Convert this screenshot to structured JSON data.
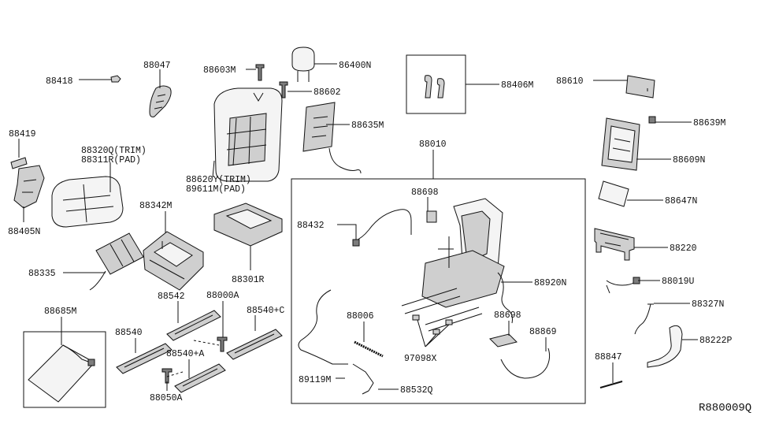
{
  "diagram": {
    "reference_code": "R880009Q",
    "labels": {
      "p88418": "88418",
      "p88047": "88047",
      "p88603m": "88603M",
      "p86400n": "86400N",
      "p88602": "88602",
      "p88406m": "88406M",
      "p88610": "88610",
      "p88419": "88419",
      "p88320q": "88320Q(TRIM)",
      "p88311r": "88311R(PAD)",
      "p88635m": "88635M",
      "p88639m": "88639M",
      "p88010": "88010",
      "p88609n": "88609N",
      "p88620y": "88620Y(TRIM)",
      "p89611m": "89611M(PAD)",
      "p88698a": "88698",
      "p88647n": "88647N",
      "p88405n": "88405N",
      "p88342m": "88342M",
      "p88432": "88432",
      "p88220": "88220",
      "p88301r": "88301R",
      "p88335": "88335",
      "p88920n": "88920N",
      "p88019u": "88019U",
      "p88685m": "88685M",
      "p88542": "88542",
      "p88000a": "88000A",
      "p88327n": "88327N",
      "p88540c": "88540+C",
      "p88006": "88006",
      "p88698b": "88698",
      "p88540": "88540",
      "p88869": "88869",
      "p88222p": "88222P",
      "p88540a": "88540+A",
      "p97098x": "97098X",
      "p88847": "88847",
      "p89119m": "89119M",
      "p88050a": "88050A",
      "p88532q": "88532Q"
    }
  }
}
